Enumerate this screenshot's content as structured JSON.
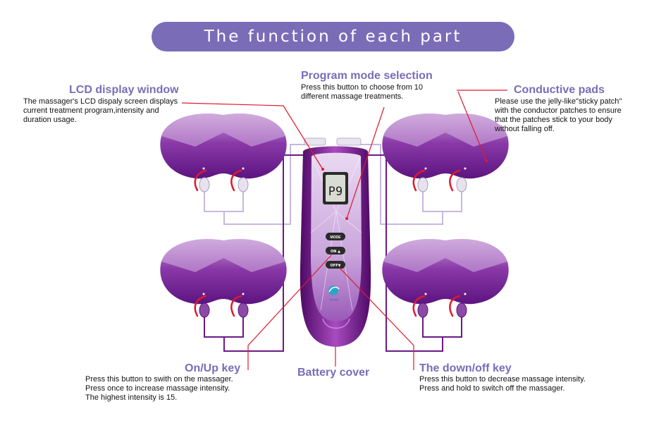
{
  "banner": {
    "title": "The function of each part"
  },
  "callouts": {
    "lcd": {
      "heading": "LCD display window",
      "lines": [
        "The massager's LCD dispaly screen displays",
        "current treatment program,intensity and",
        "duration usage."
      ]
    },
    "program": {
      "heading": "Program mode selection",
      "lines": [
        "Press this button to choose from 10",
        "different massage treatments."
      ]
    },
    "pads": {
      "heading": "Conductive pads",
      "lines": [
        "Please use the jelly-like\"sticky patch\"",
        "with the conductor patches to ensure",
        "that the patches stick to your body",
        "without falling off."
      ]
    },
    "onup": {
      "heading": "On/Up key",
      "lines": [
        "Press this button to swith on the massager.",
        "Press once to increase massage intensity.",
        "The highest intensity is 15."
      ]
    },
    "battery": {
      "heading": "Battery cover"
    },
    "downoff": {
      "heading": "The down/off key",
      "lines": [
        "Press this button to decrease massage intensity.",
        "Press and hold to switch off the massager."
      ]
    }
  },
  "device": {
    "lcd_value": "P9",
    "buttons": {
      "mode": "MODE",
      "on": "ON ▲",
      "off": "OFF▼"
    },
    "brand": "Beauty"
  },
  "colors": {
    "accent": "#7a6cb7",
    "device": "#7b1c8e",
    "leader": "#e0192c",
    "wire": "#c6b8e0"
  }
}
